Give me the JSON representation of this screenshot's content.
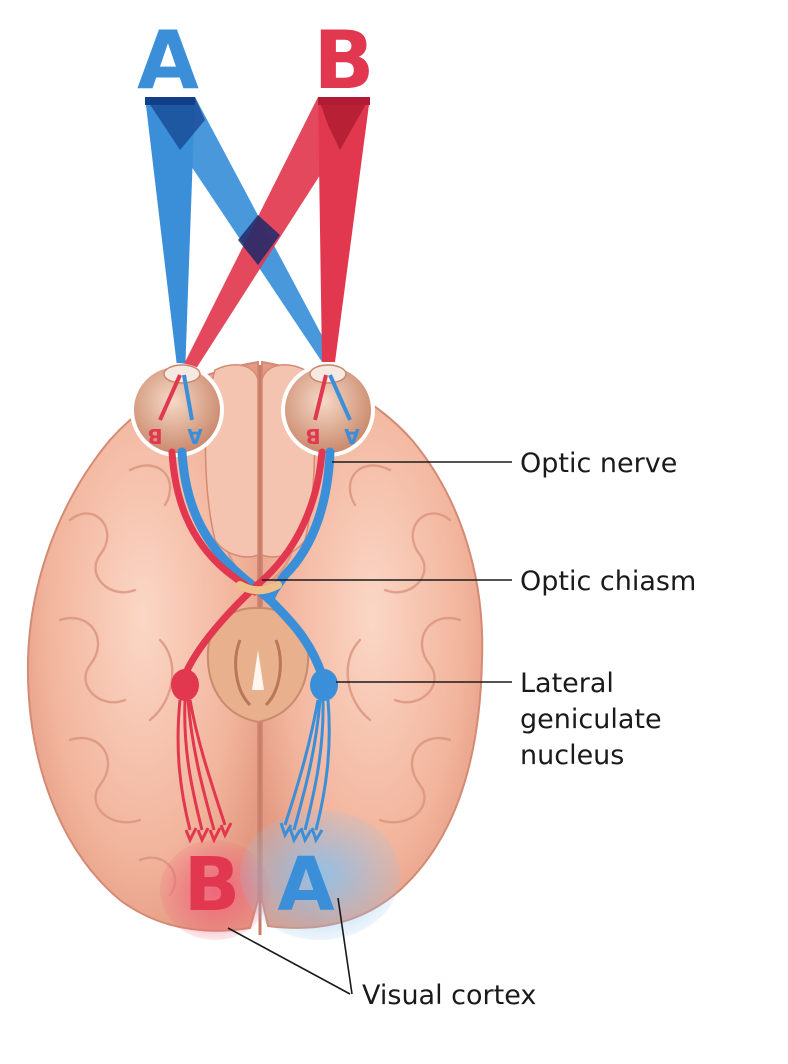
{
  "fields": {
    "left": {
      "letter": "A"
    },
    "right": {
      "letter": "B"
    }
  },
  "retina": {
    "left_eye": [
      "B",
      "A"
    ],
    "right_eye": [
      "B",
      "A"
    ]
  },
  "cortex": {
    "left": "B",
    "right": "A"
  },
  "labels": {
    "optic_nerve": "Optic nerve",
    "optic_chiasm": "Optic chiasm",
    "lgn_line1": "Lateral",
    "lgn_line2": "geniculate",
    "lgn_line3": "nucleus",
    "visual_cortex": "Visual cortex"
  },
  "colors": {
    "field_a": "#3b8fd9",
    "field_b": "#e2384f",
    "brain": "#f2b8a2",
    "brain_dark": "#d98f7a"
  }
}
